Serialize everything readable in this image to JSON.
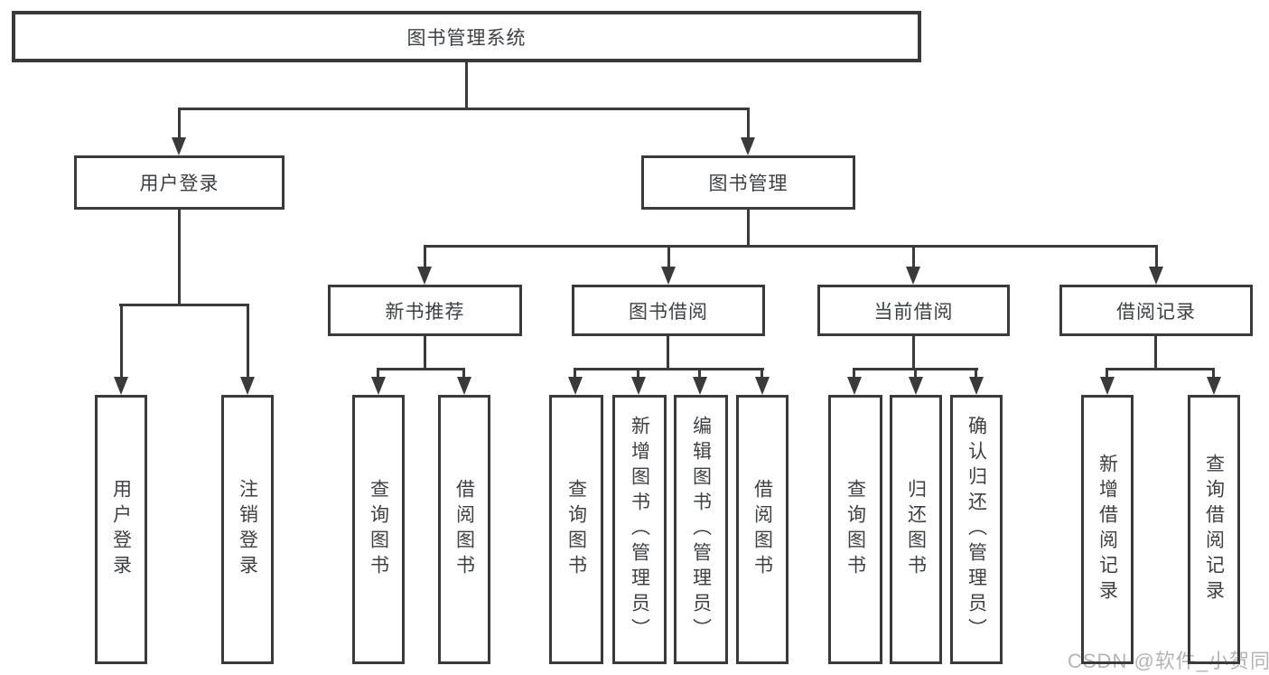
{
  "diagram": {
    "title": "图书管理系统",
    "branches": [
      {
        "label": "用户登录",
        "leaves": [
          "用户登录",
          "注销登录"
        ]
      },
      {
        "label": "图书管理",
        "groups": [
          {
            "label": "新书推荐",
            "leaves": [
              "查询图书",
              "借阅图书"
            ]
          },
          {
            "label": "图书借阅",
            "leaves": [
              "查询图书",
              "新增图书（管理员）",
              "编辑图书（管理员）",
              "借阅图书"
            ]
          },
          {
            "label": "当前借阅",
            "leaves": [
              "查询图书",
              "归还图书",
              "确认归还（管理员）"
            ]
          },
          {
            "label": "借阅记录",
            "leaves": [
              "新增借阅记录",
              "查询借阅记录"
            ]
          }
        ]
      }
    ]
  },
  "watermark": "CSDN @软件_小贺同学",
  "colors": {
    "stroke": "#3a3a3a",
    "text": "#3f4045",
    "watermark_text": "#b4b4b4"
  }
}
